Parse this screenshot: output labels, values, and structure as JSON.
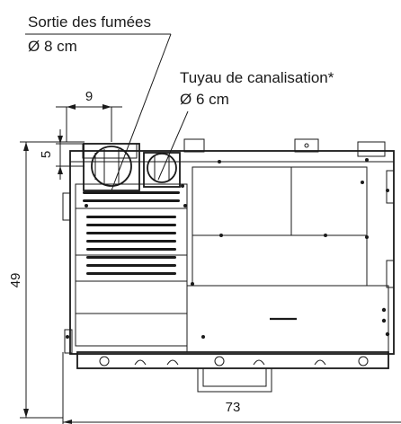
{
  "labels": {
    "smoke_outlet_title": "Sortie des fumées",
    "smoke_outlet_diameter": "Ø 8 cm",
    "duct_title": "Tuyau de canalisation*",
    "duct_diameter": "Ø 6 cm"
  },
  "dimensions": {
    "width_top": "9",
    "small_vertical": "5",
    "height": "49",
    "width_bottom": "73"
  }
}
